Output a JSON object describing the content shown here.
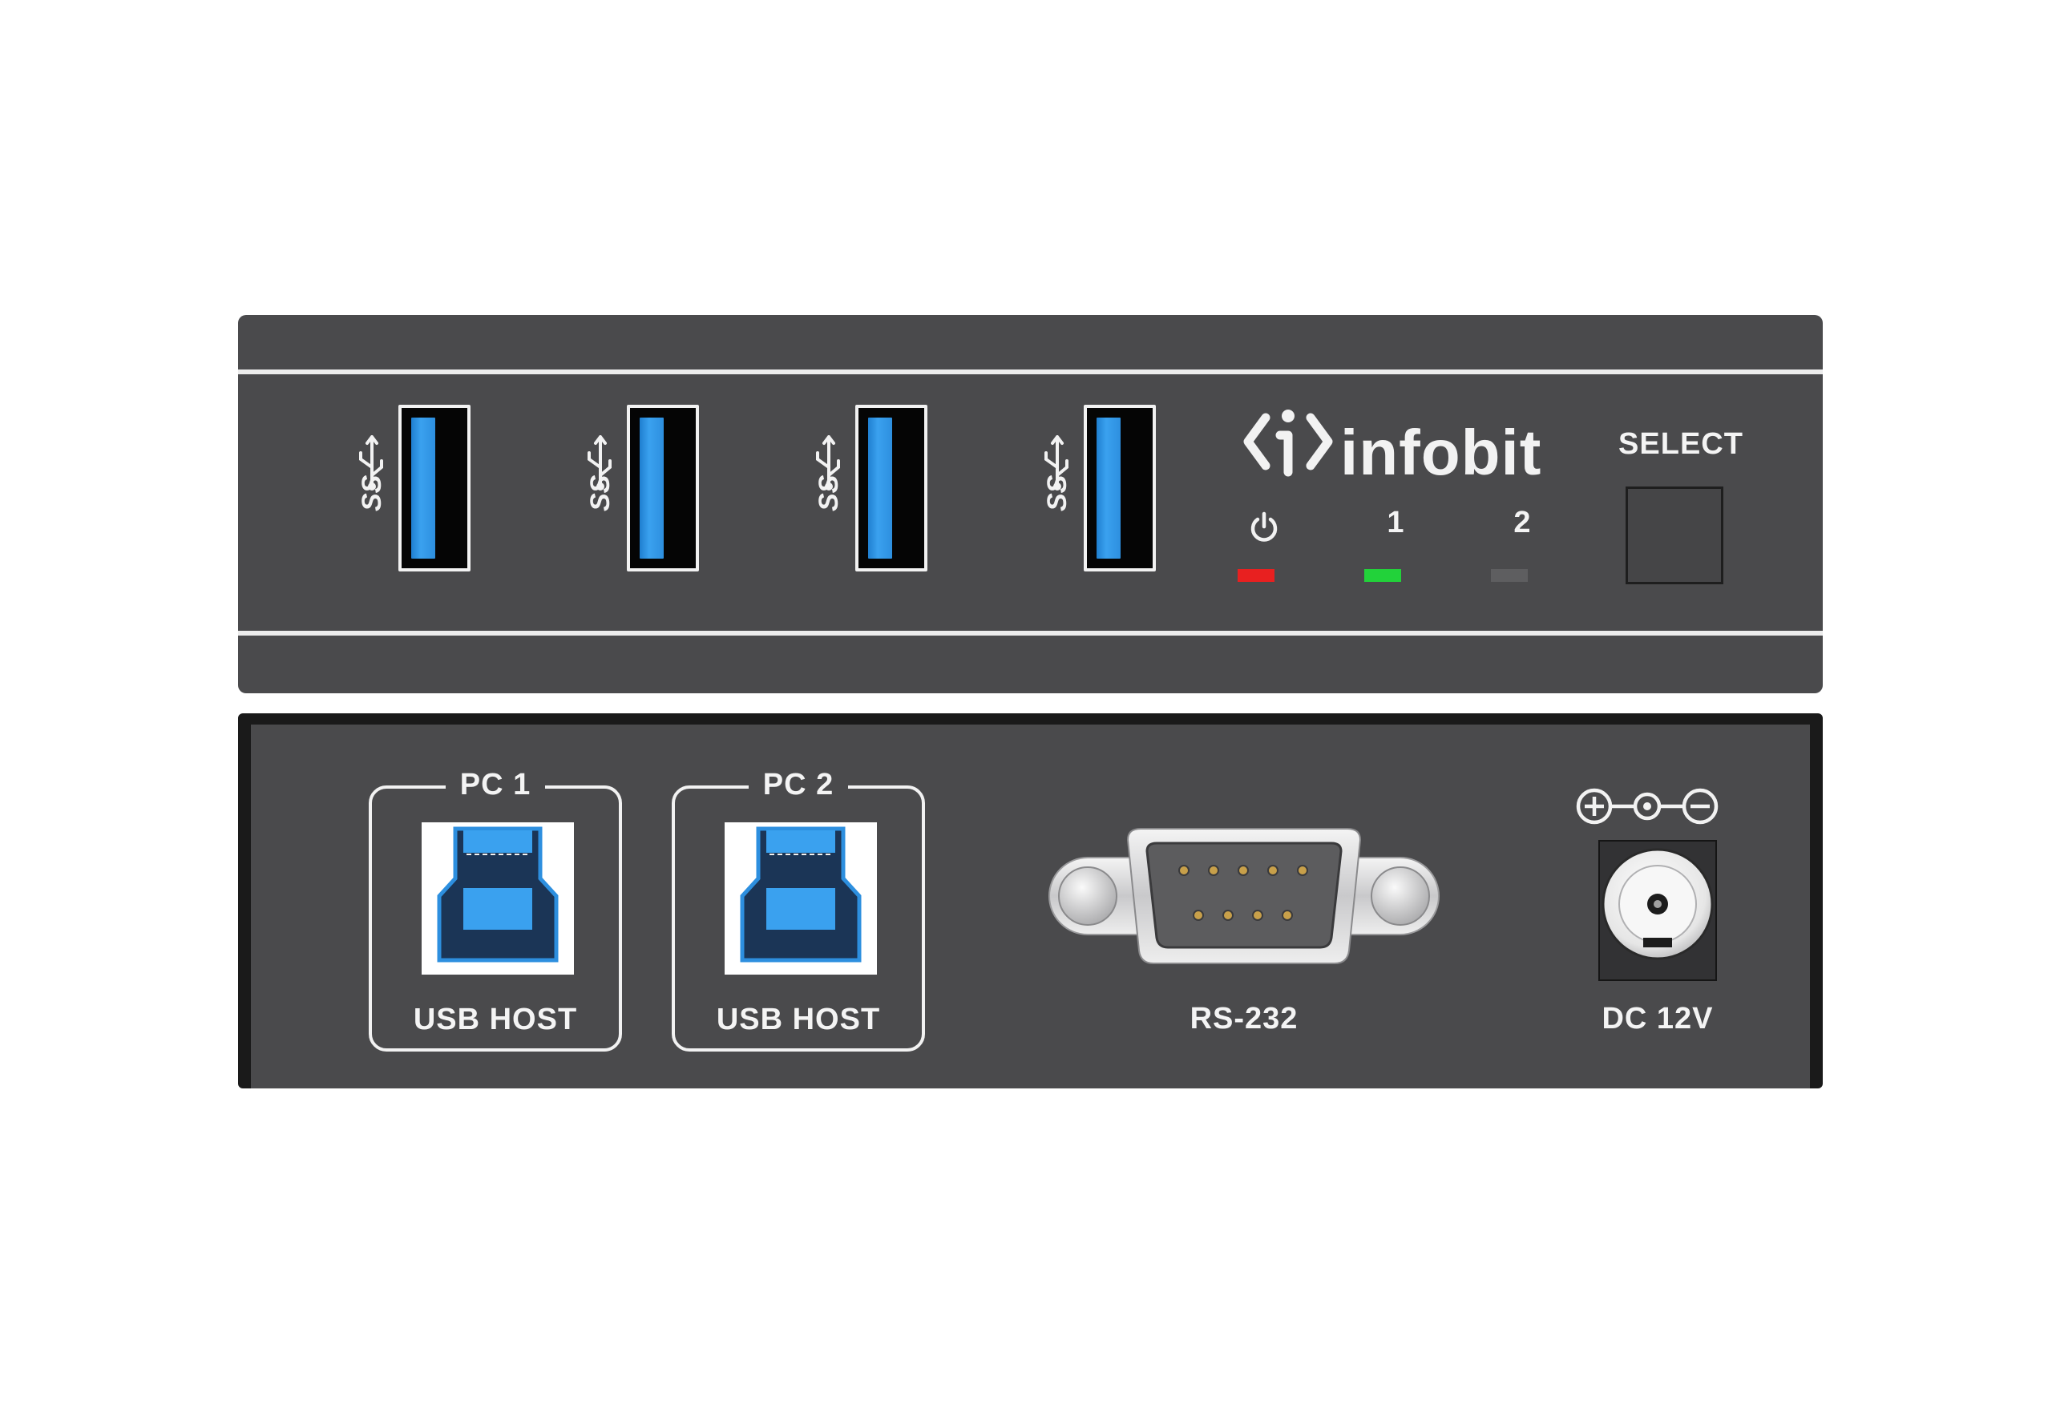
{
  "front_panel": {
    "brand": "infobit",
    "usb_ports": [
      {
        "icon": "usb-superspeed-icon"
      },
      {
        "icon": "usb-superspeed-icon"
      },
      {
        "icon": "usb-superspeed-icon"
      },
      {
        "icon": "usb-superspeed-icon"
      }
    ],
    "indicators": [
      {
        "label": "",
        "icon": "power-icon",
        "color": "#e82020"
      },
      {
        "label": "1",
        "color": "#22d23a"
      },
      {
        "label": "2",
        "color": "#5e5e60"
      }
    ],
    "select_label": "SELECT"
  },
  "rear_panel": {
    "hosts": [
      {
        "title": "PC 1",
        "label": "USB HOST"
      },
      {
        "title": "PC 2",
        "label": "USB HOST"
      }
    ],
    "serial_label": "RS-232",
    "power_label": "DC 12V",
    "polarity_icon": "dc-polarity-icon"
  },
  "colors": {
    "chassis": "#4a4a4c",
    "usb_blue": "#2d8fdf",
    "text": "#f4f4f4"
  }
}
